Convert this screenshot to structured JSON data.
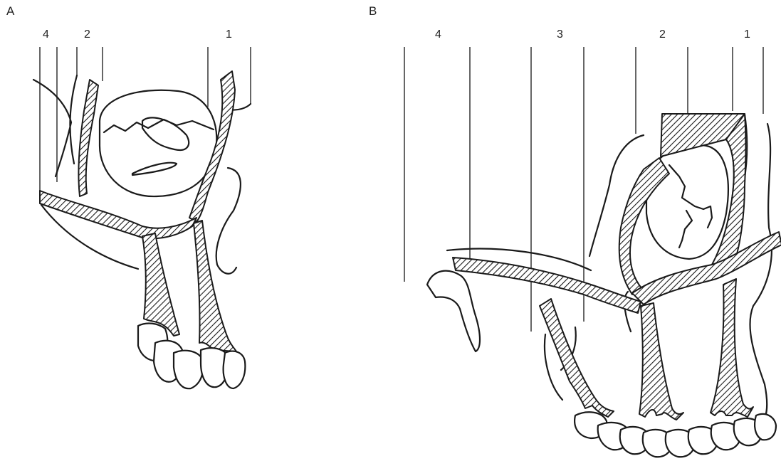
{
  "panels": [
    {
      "letter": "A",
      "labels": [
        "4",
        "2",
        "1"
      ]
    },
    {
      "letter": "B",
      "labels": [
        "4",
        "3",
        "2",
        "1"
      ]
    }
  ],
  "colors": {
    "ink": "#1a1a1a",
    "leader": "#666666",
    "hatch": "#1a1a1a"
  }
}
